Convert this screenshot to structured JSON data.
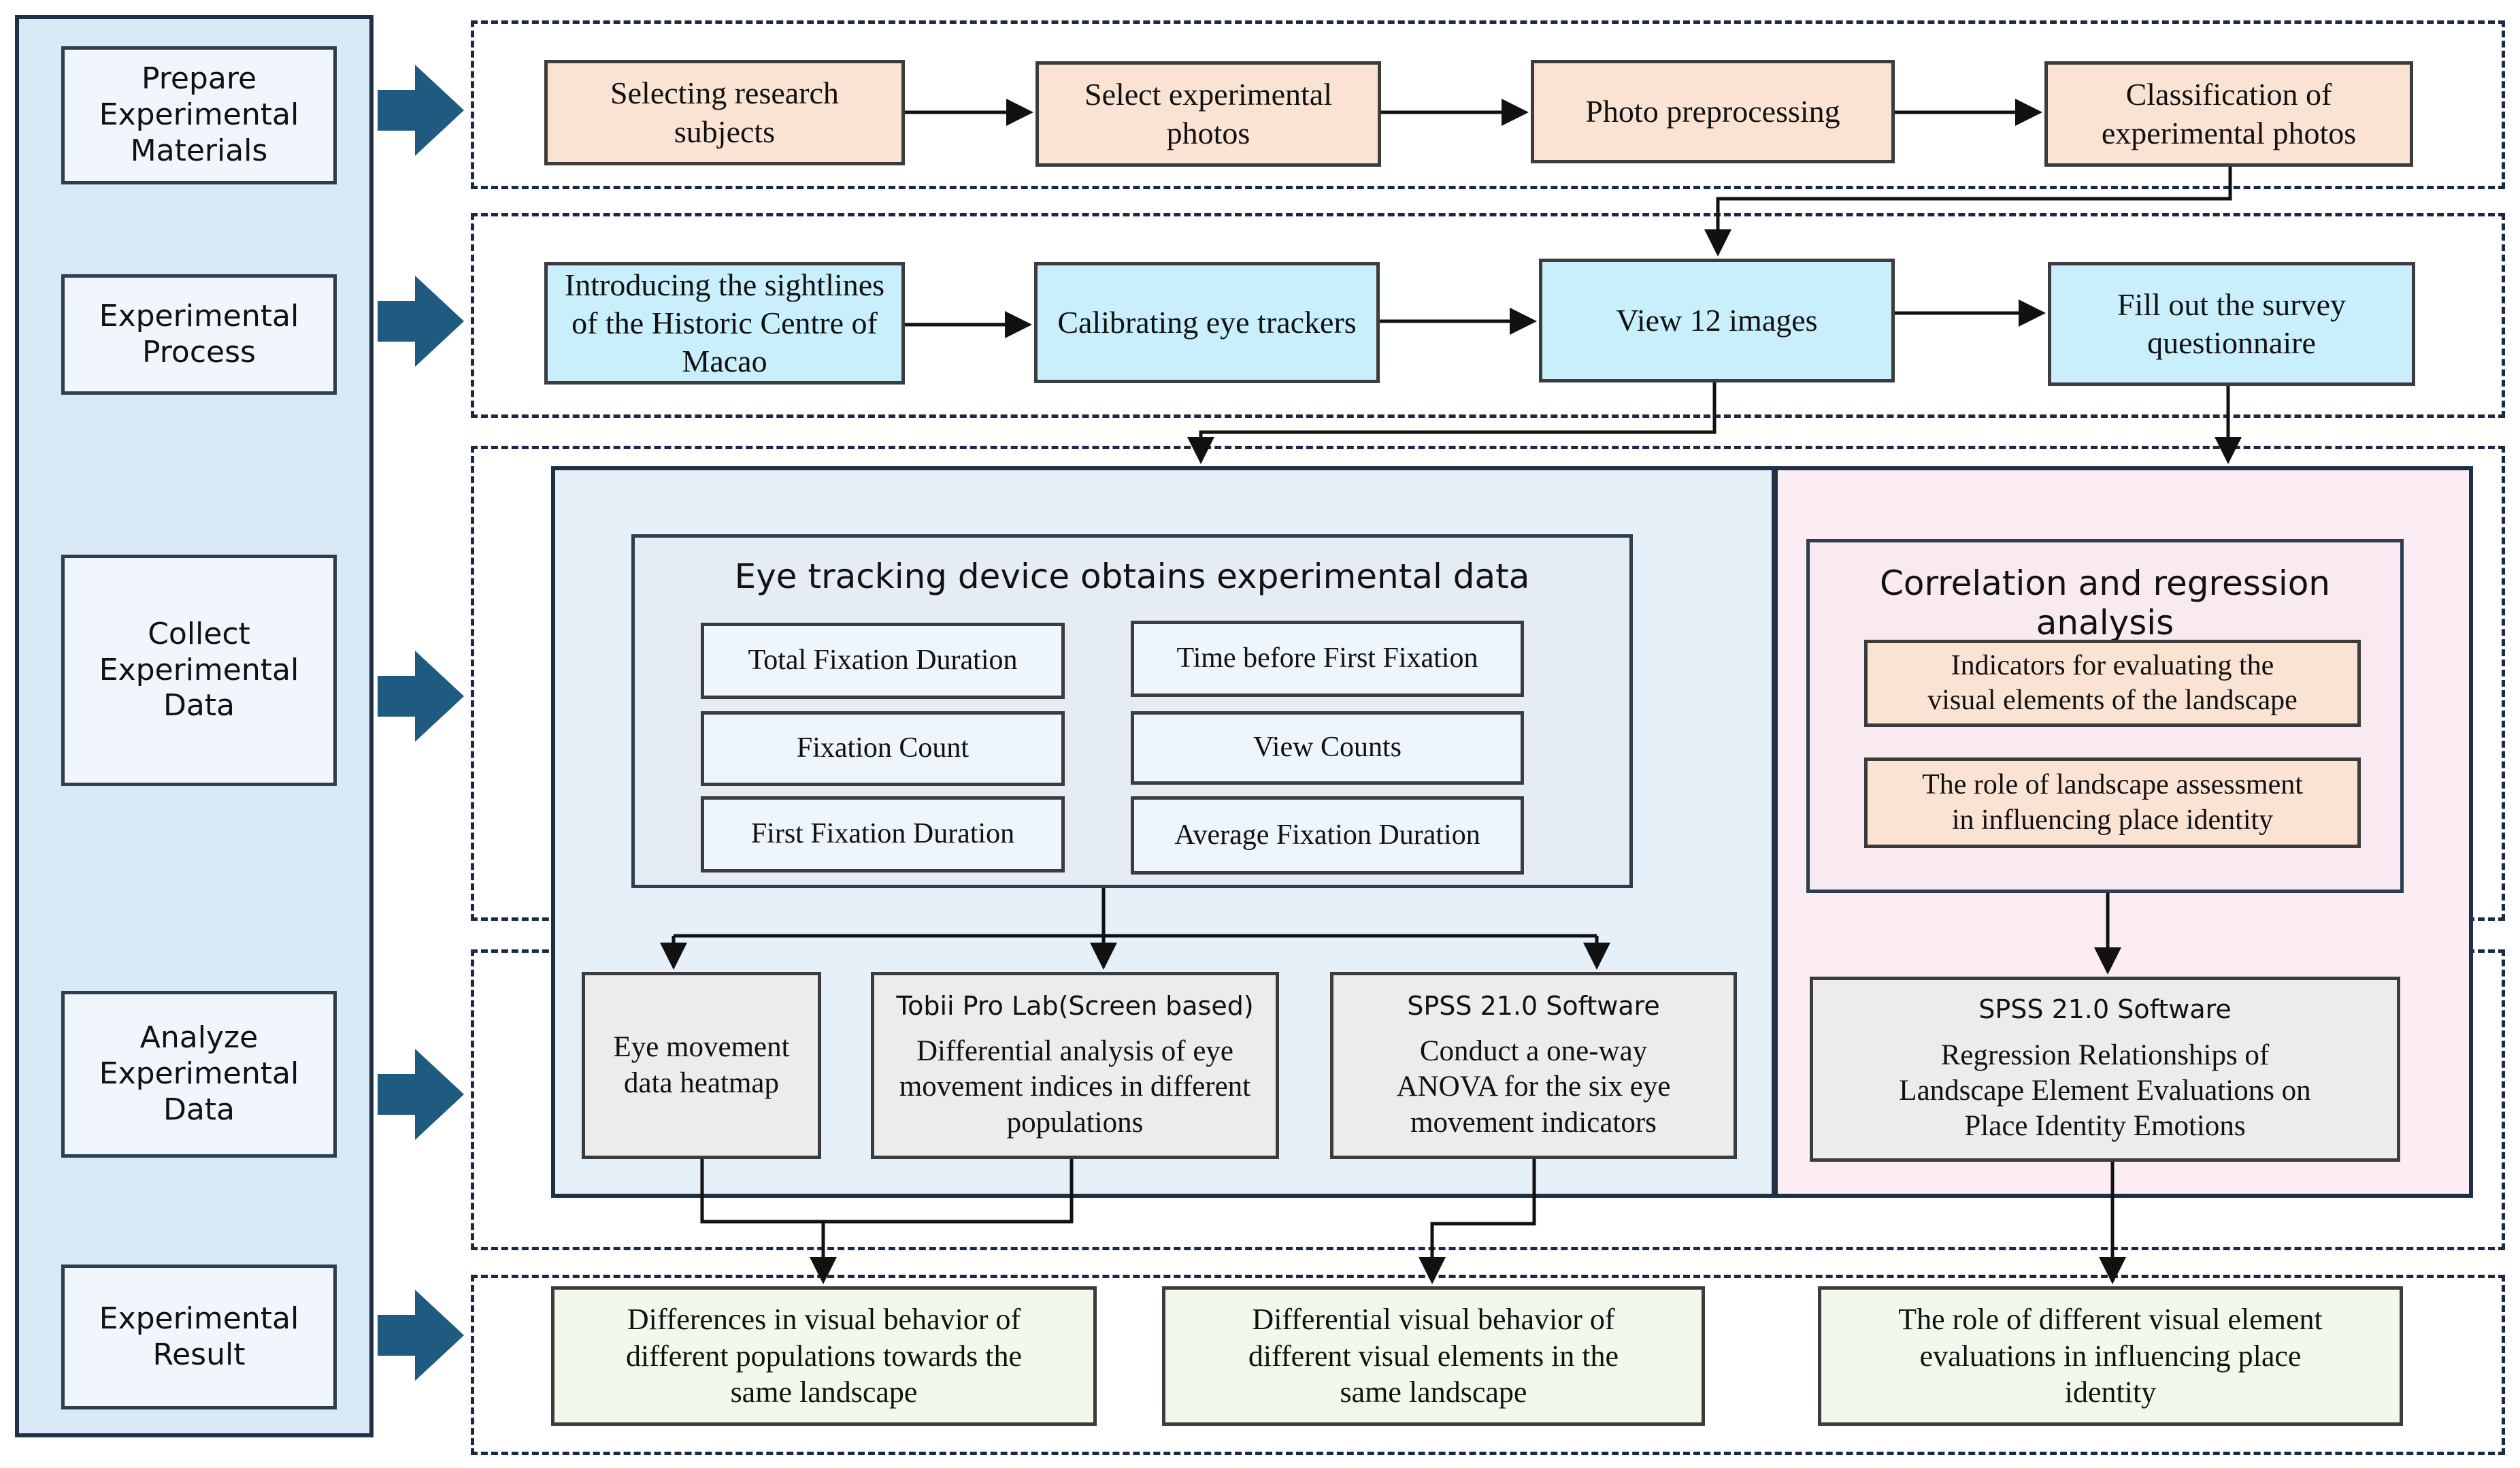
{
  "stages": [
    {
      "label": "Prepare\nExperimental\nMaterials"
    },
    {
      "label": "Experimental\nProcess"
    },
    {
      "label": "Collect\nExperimental\nData"
    },
    {
      "label": "Analyze\nExperimental\nData"
    },
    {
      "label": "Experimental\nResult"
    }
  ],
  "row1": [
    "Selecting research\nsubjects",
    "Select experimental\nphotos",
    "Photo preprocessing",
    "Classification of\nexperimental photos"
  ],
  "row2": [
    "Introducing the sightlines\nof the Historic Centre of\nMacao",
    "Calibrating eye trackers",
    "View 12 images",
    "Fill out the survey\nquestionnaire"
  ],
  "eye_tracking": {
    "title": "Eye tracking device obtains experimental data",
    "indicators": [
      "Total Fixation Duration",
      "Time before First Fixation",
      "Fixation Count",
      "View Counts",
      "First Fixation Duration",
      "Average Fixation Duration"
    ]
  },
  "correlation": {
    "title": "Correlation and regression analysis",
    "items": [
      "Indicators for evaluating the\nvisual elements of the landscape",
      "The role of landscape assessment\nin influencing place identity"
    ]
  },
  "analysis": {
    "heatmap": "Eye  movement\ndata heatmap",
    "tobii_title": "Tobii Pro Lab(Screen based)",
    "tobii_body": "Differential analysis of eye\nmovement indices in different\npopulations",
    "spss1_title": "SPSS 21.0 Software",
    "spss1_body": "Conduct a one-way\nANOVA for the six eye\nmovement indicators",
    "spss2_title": "SPSS 21.0 Software",
    "spss2_body": "Regression Relationships of\nLandscape Element Evaluations on\nPlace Identity Emotions"
  },
  "results": [
    "Differences in visual behavior of\ndifferent populations towards the\nsame landscape",
    "Differential visual behavior of\ndifferent visual elements in the\nsame landscape",
    "The role of different visual element\nevaluations in influencing place\nidentity"
  ],
  "colors": {
    "stage_fill": "#f0f6fb",
    "arrow": "#1f5a80",
    "peach": "#fbe3d4",
    "light_blue": "#c9eefc",
    "panel_blue": "#e6f0f9",
    "panel_pink": "#fcedf4",
    "result_green": "#f1f8ec",
    "gray": "#ececec"
  }
}
